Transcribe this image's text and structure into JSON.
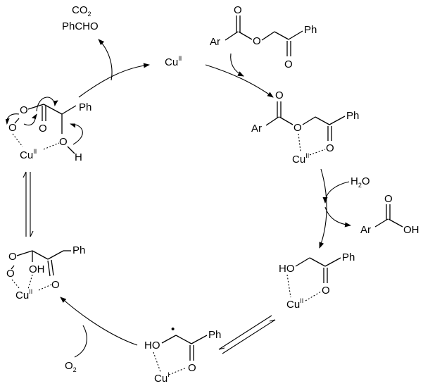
{
  "labels": {
    "co2": "CO",
    "co2_sub": "2",
    "phcho": "PhCHO",
    "cu": "Cu",
    "cu2": "II",
    "cu1": "I",
    "ar": "Ar",
    "ph": "Ph",
    "o": "O",
    "h": "H",
    "h2o": "H",
    "h2o_sub": "2",
    "h2o_o": "O",
    "ho": "HO",
    "oh": "OH",
    "o2": "O",
    "o2_sub": "2",
    "radical": "•"
  }
}
